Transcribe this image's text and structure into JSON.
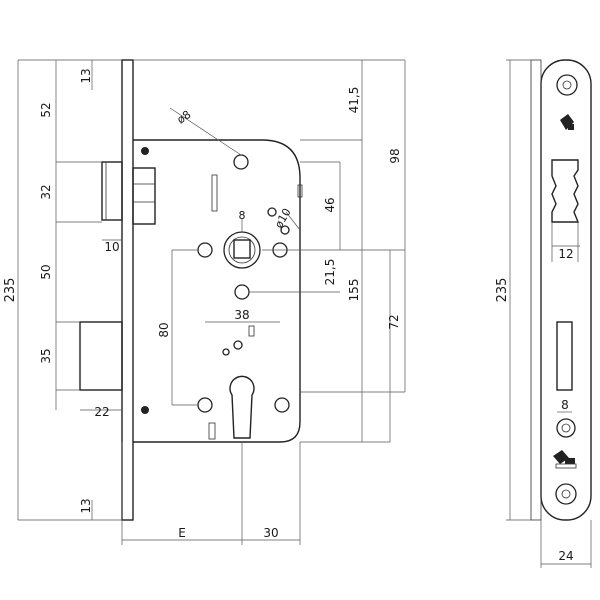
{
  "diagram": {
    "type": "mortise-lock-technical-drawing",
    "front_view": {
      "labels": {
        "height_total": "235",
        "top_faceplate_offset": "13",
        "bottom_faceplate_offset": "13",
        "latch_top_offset": "52",
        "latch_height": "32",
        "latch_projection": "10",
        "latch_to_bolt": "50",
        "bolt_height": "35",
        "bolt_projection": "22",
        "top_hole_diameter": "ø8",
        "spindle_size": "8",
        "screw_diameter": "ø10",
        "top_to_handle": "41,5",
        "top_to_spindle": "98",
        "spindle_offset_a": "46",
        "spindle_offset_b": "21,5",
        "body_height": "155",
        "handle_to_cylinder": "72",
        "cylinder_distance": "80",
        "hole_spacing": "38",
        "backset": "E",
        "cylinder_offset": "30"
      }
    },
    "side_view": {
      "labels": {
        "height_total": "235",
        "latch_width": "12",
        "bolt_width": "8",
        "faceplate_width": "24"
      }
    }
  }
}
